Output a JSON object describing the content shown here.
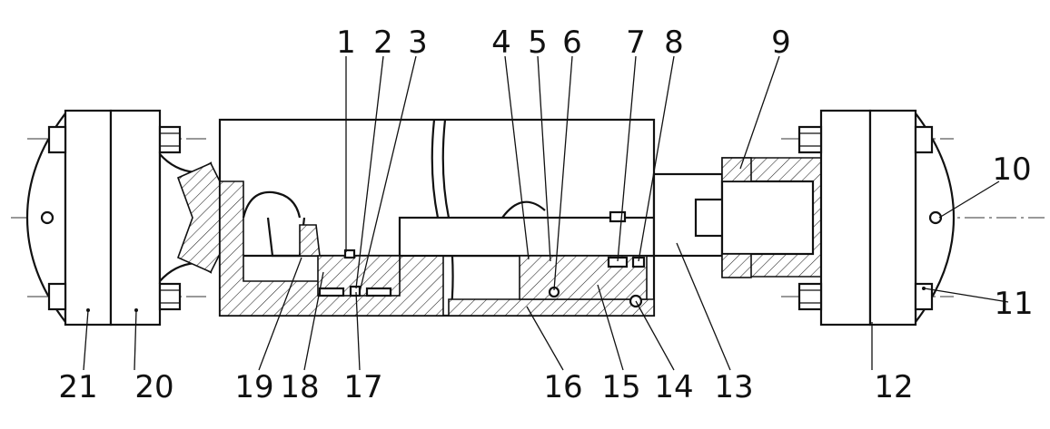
{
  "callouts": {
    "c1": "1",
    "c2": "2",
    "c3": "3",
    "c4": "4",
    "c5": "5",
    "c6": "6",
    "c7": "7",
    "c8": "8",
    "c9": "9",
    "c10": "10",
    "c11": "11",
    "c12": "12",
    "c13": "13",
    "c14": "14",
    "c15": "15",
    "c16": "16",
    "c17": "17",
    "c18": "18",
    "c19": "19",
    "c20": "20",
    "c21": "21"
  },
  "colors": {
    "line": "#111111",
    "watermark": "#a9b8c4"
  },
  "watermark_icon": "logo-watermark"
}
